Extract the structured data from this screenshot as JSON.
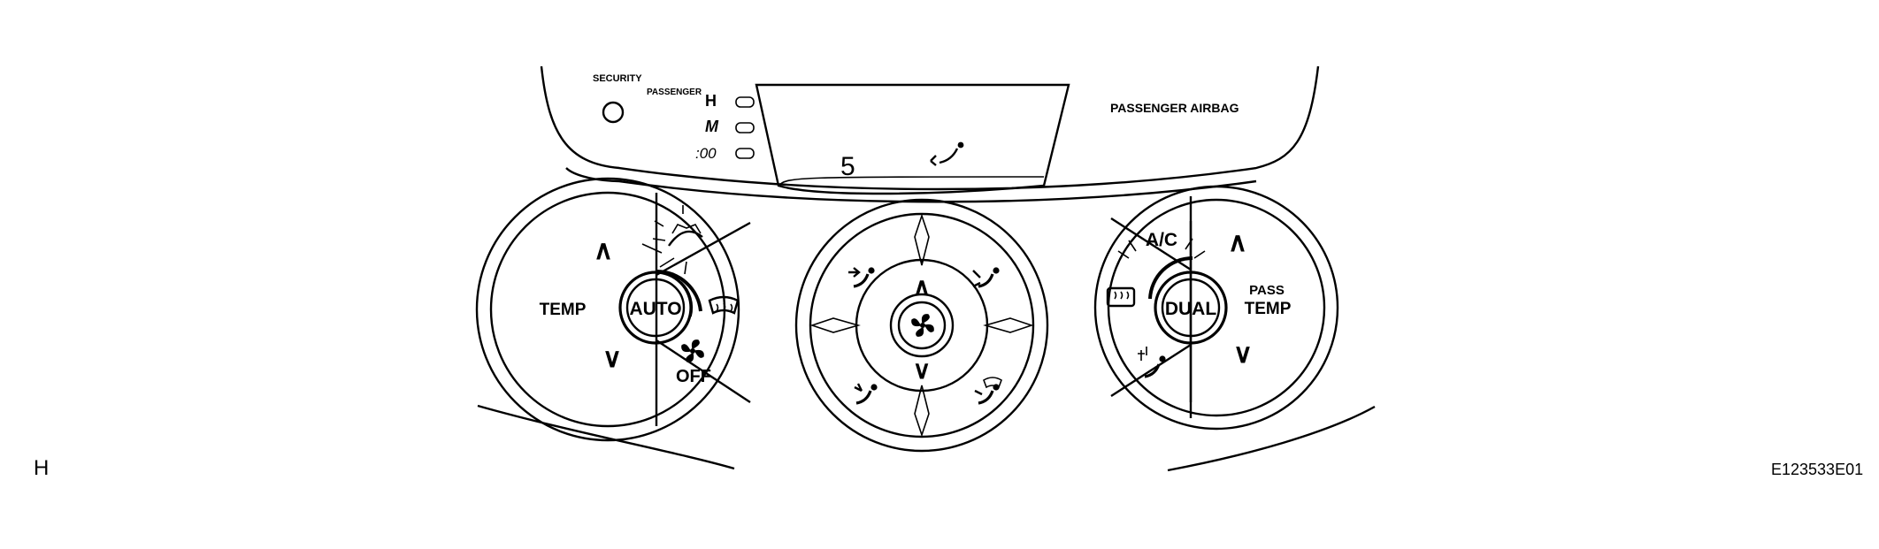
{
  "figure_label": "H",
  "figure_code": "E123533E01",
  "panel": {
    "security_label": "SECURITY",
    "passenger_label": "PASSENGER",
    "indicator_h": "H",
    "indicator_m": "M",
    "indicator_00": ":00",
    "display_value": "5",
    "passenger_airbag_label": "PASSENGER AIRBAG"
  },
  "left_dial": {
    "up_glyph": "∧",
    "down_glyph": "∨",
    "temp_label": "TEMP",
    "auto_label": "AUTO",
    "off_label": "OFF"
  },
  "center_dial": {
    "up_glyph": "∧",
    "down_glyph": "∨"
  },
  "right_dial": {
    "up_glyph": "∧",
    "down_glyph": "∨",
    "ac_label": "A/C",
    "dual_label": "DUAL",
    "pass_label": "PASS",
    "temp_label": "TEMP"
  },
  "icons": {
    "panel": [
      "security-indicator-icon",
      "mode-vent-icon"
    ],
    "left_dial": [
      "windshield-auto-icon",
      "rear-defogger-icon",
      "fan-icon"
    ],
    "center_dial": [
      "face-vent-icon",
      "bi-level-icon",
      "foot-icon",
      "foot-defrost-icon",
      "fan-icon"
    ],
    "right_dial": [
      "rear-window-defogger-icon",
      "recirculation-icon"
    ]
  }
}
